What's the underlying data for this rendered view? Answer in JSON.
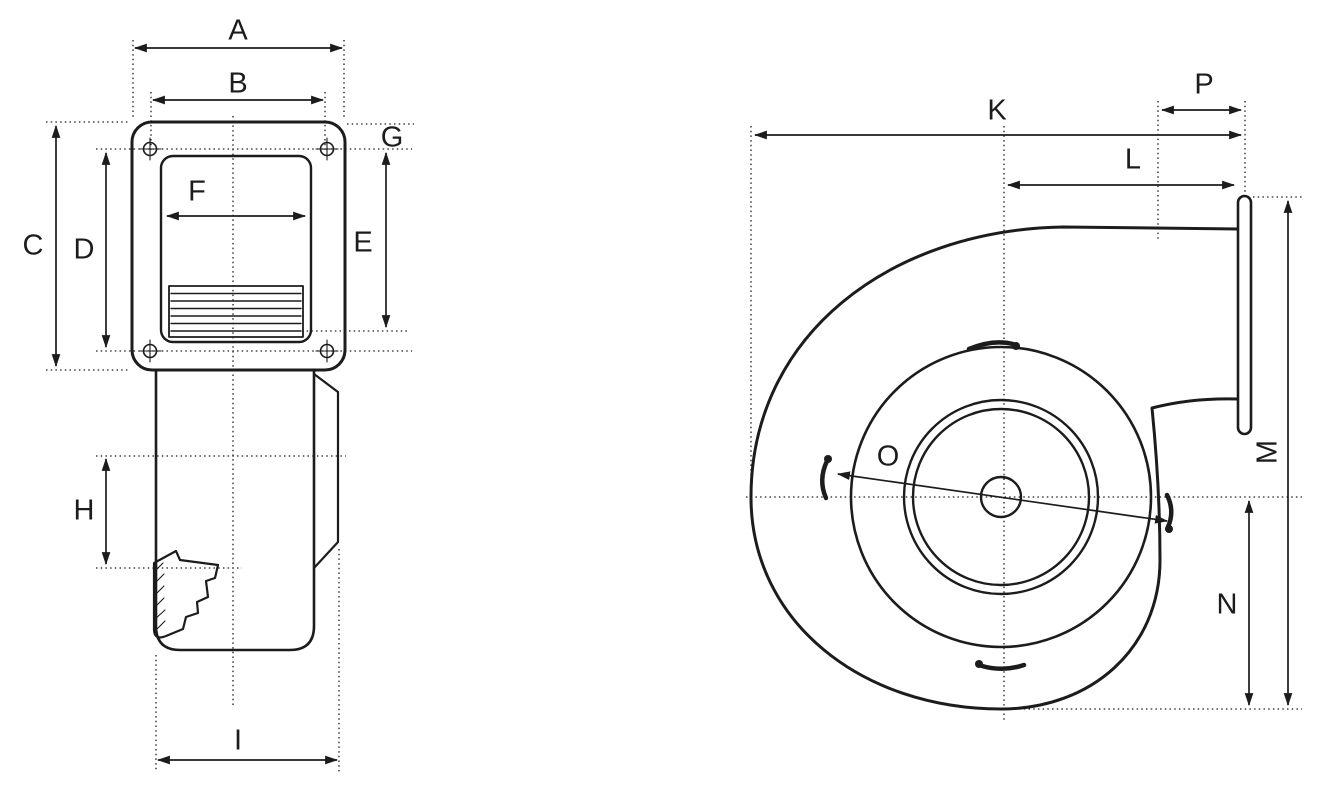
{
  "labels": {
    "A": "A",
    "B": "B",
    "C": "C",
    "D": "D",
    "E": "E",
    "F": "F",
    "G": "G",
    "H": "H",
    "I": "I",
    "K": "K",
    "L": "L",
    "M": "M",
    "N": "N",
    "O": "O",
    "P": "P"
  },
  "colors": {
    "line": "#1c1c1c",
    "background": "#ffffff"
  }
}
